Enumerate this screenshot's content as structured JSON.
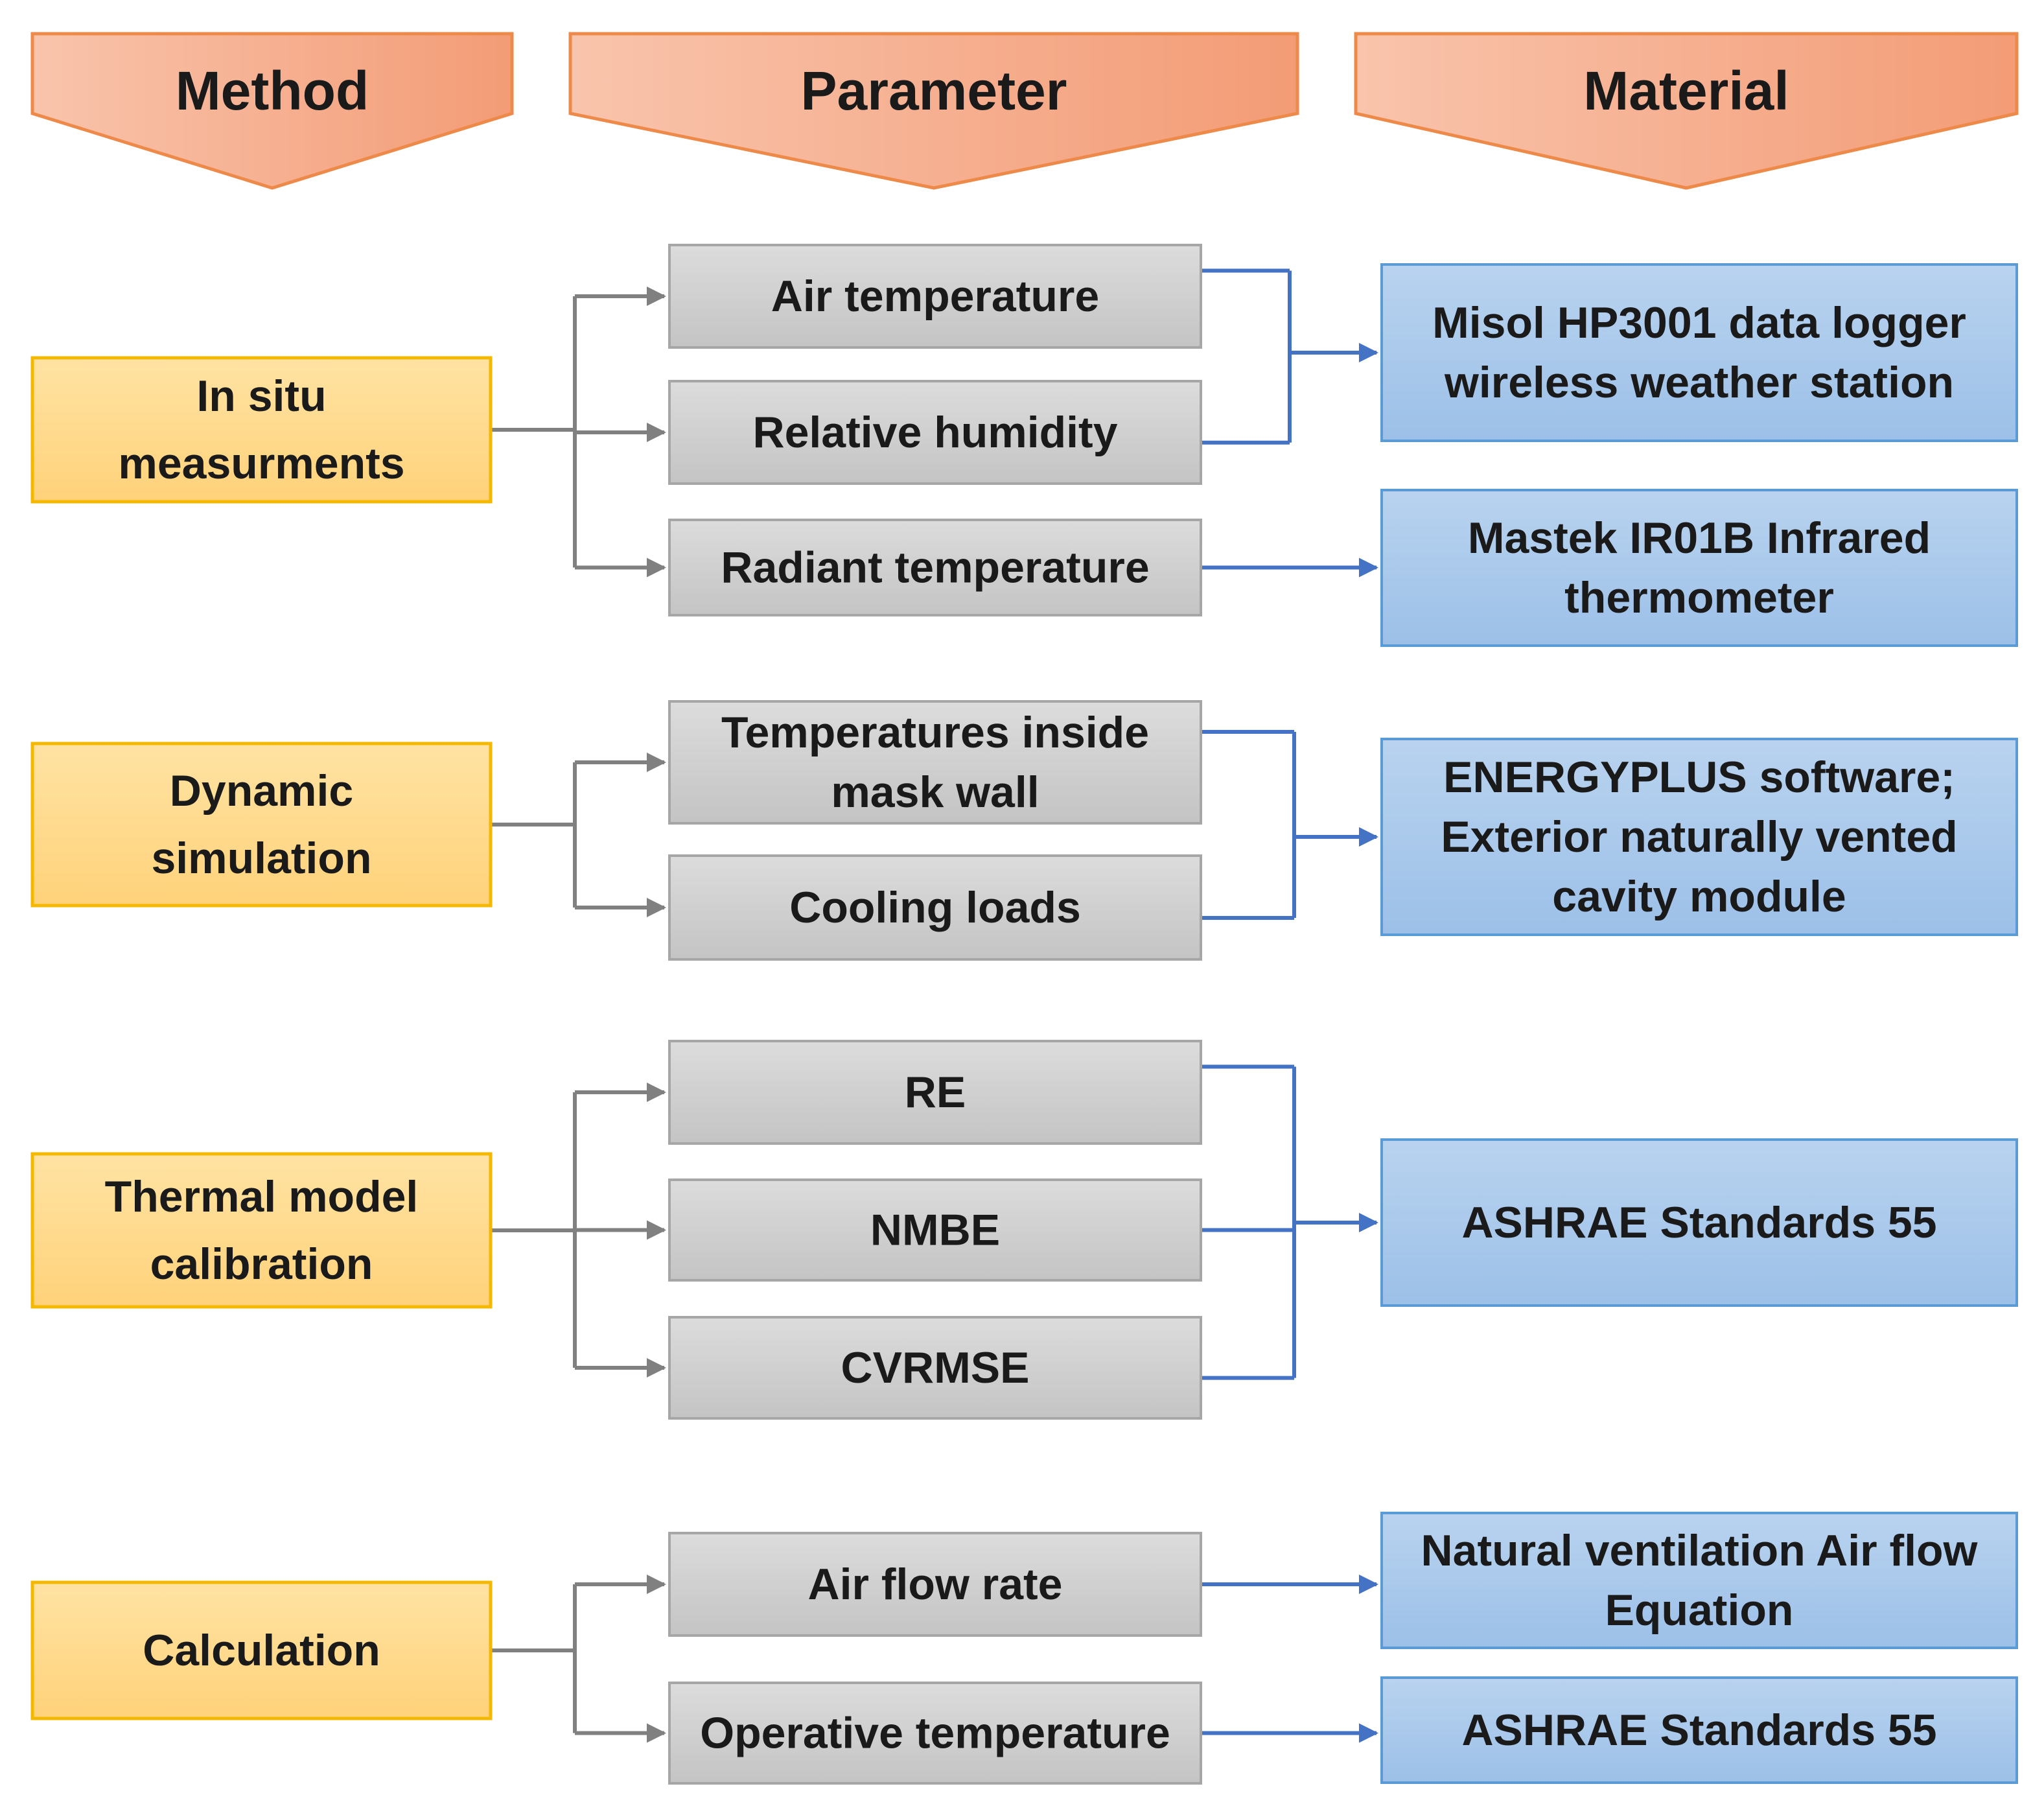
{
  "headers": {
    "method": "Method",
    "parameter": "Parameter",
    "material": "Material"
  },
  "groups": [
    {
      "method": [
        "In situ",
        "measurments"
      ],
      "parameters": [
        [
          "Air temperature"
        ],
        [
          "Relative humidity"
        ],
        [
          "Radiant temperature"
        ]
      ],
      "materials": [
        [
          "Misol HP3001 data logger",
          "wireless weather station"
        ],
        [
          "Mastek IR01B Infrared",
          "thermometer"
        ]
      ]
    },
    {
      "method": [
        "Dynamic",
        "simulation"
      ],
      "parameters": [
        [
          "Temperatures inside",
          "mask wall"
        ],
        [
          "Cooling loads"
        ]
      ],
      "materials": [
        [
          "ENERGYPLUS software;",
          "Exterior naturally vented",
          "cavity module"
        ]
      ]
    },
    {
      "method": [
        "Thermal model",
        "calibration"
      ],
      "parameters": [
        [
          "RE"
        ],
        [
          "NMBE"
        ],
        [
          "CVRMSE"
        ]
      ],
      "materials": [
        [
          "ASHRAE Standards 55"
        ]
      ]
    },
    {
      "method": [
        "Calculation"
      ],
      "parameters": [
        [
          "Air flow rate"
        ],
        [
          "Operative temperature"
        ]
      ],
      "materials": [
        [
          "Natural ventilation Air flow",
          "Equation"
        ],
        [
          "ASHRAE Standards 55"
        ]
      ]
    }
  ],
  "colors": {
    "header_fill_light": "#f9c0a6",
    "header_fill_dark": "#f4a07c",
    "header_stroke": "#ed8a4a",
    "method_fill": "#ffd98c",
    "method_stroke": "#f5b800",
    "parameter_fill": "#d0d0d0",
    "parameter_stroke": "#a6a6a6",
    "material_fill": "#a8c8ea",
    "material_stroke": "#5b9bd5",
    "gray_connector": "#808080",
    "blue_connector": "#4472c4"
  }
}
